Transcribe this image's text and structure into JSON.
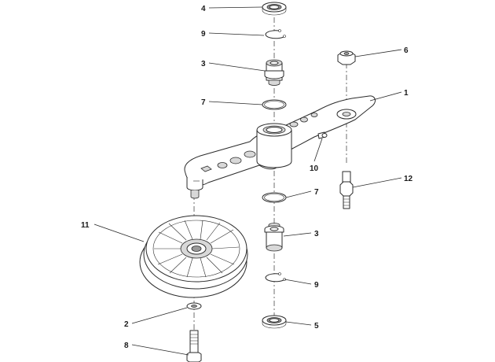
{
  "callouts": [
    {
      "id": "c1",
      "label": "1"
    },
    {
      "id": "c2",
      "label": "2"
    },
    {
      "id": "c3a",
      "label": "3"
    },
    {
      "id": "c3b",
      "label": "3"
    },
    {
      "id": "c4",
      "label": "4"
    },
    {
      "id": "c5",
      "label": "5"
    },
    {
      "id": "c6",
      "label": "6"
    },
    {
      "id": "c7a",
      "label": "7"
    },
    {
      "id": "c7b",
      "label": "7"
    },
    {
      "id": "c8",
      "label": "8"
    },
    {
      "id": "c9a",
      "label": "9"
    },
    {
      "id": "c9b",
      "label": "9"
    },
    {
      "id": "c10",
      "label": "10"
    },
    {
      "id": "c11",
      "label": "11"
    },
    {
      "id": "c12",
      "label": "12"
    }
  ]
}
